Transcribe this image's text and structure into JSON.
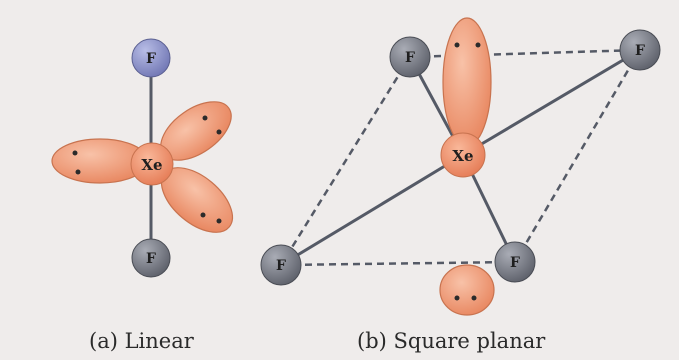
{
  "diagram_a": {
    "central_atom": "Xe",
    "top_atom": "F",
    "bottom_atom": "F",
    "caption": "(a) Linear"
  },
  "diagram_b": {
    "central_atom": "Xe",
    "atoms": [
      "F",
      "F",
      "F",
      "F"
    ],
    "caption": "(b) Square planar"
  },
  "colors": {
    "background": "#efeceb",
    "lone_pair_lobe": "#f0a382",
    "lobe_edge": "#c8734f",
    "xenon": "#f19a78",
    "fluorine_blue": "#9096c8",
    "fluorine_grey": "#7a7d86",
    "bond": "#555a66"
  }
}
